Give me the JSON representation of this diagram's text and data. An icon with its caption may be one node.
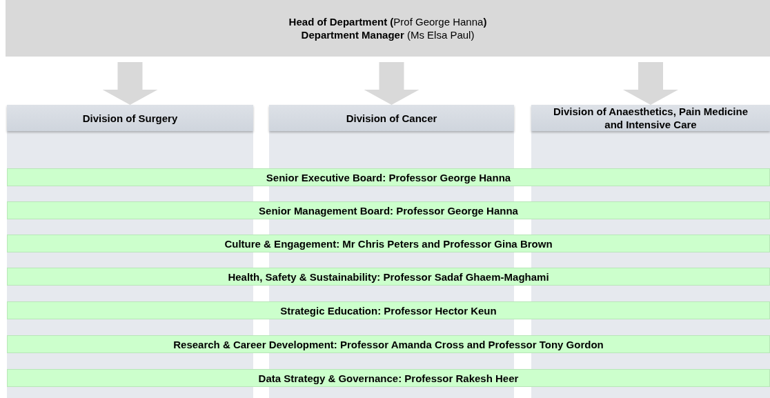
{
  "diagram": {
    "nodes": [
      {
        "text": [
          "**Head of Department (**Prof George Hanna**)**",
          "**Department Manager** (Ms Elsa Paul)"
        ]
      },
      {
        "text": [
          "Division of Surgery"
        ]
      },
      {
        "text": [
          "Division of Cancer"
        ]
      },
      {
        "text": [
          "Division of Anaesthetics, Pain Medicine and Intensive Care"
        ]
      },
      {
        "text": [
          "Senior Executive Board: Professor George Hanna"
        ]
      },
      {
        "text": [
          "Senior Management Board: Professor George Hanna"
        ]
      },
      {
        "text": [
          "Culture & Engagement: Mr Chris Peters and Professor Gina Brown"
        ]
      },
      {
        "text": [
          "Health, Safety & Sustainability: Professor Sadaf Ghaem-Maghami"
        ]
      },
      {
        "text": [
          "Strategic Education: Professor Hector Keun"
        ]
      },
      {
        "text": [
          "Research & Career Development: Professor Amanda Cross and Professor Tony Gordon"
        ]
      },
      {
        "text": [
          "Data Strategy & Governance: Professor Rakesh Heer"
        ]
      }
    ],
    "edges": [
      {
        "from": 0,
        "to": 1,
        "arrow": "to"
      },
      {
        "from": 0,
        "to": 2,
        "arrow": "to"
      },
      {
        "from": 0,
        "to": 3,
        "arrow": "to"
      }
    ]
  }
}
